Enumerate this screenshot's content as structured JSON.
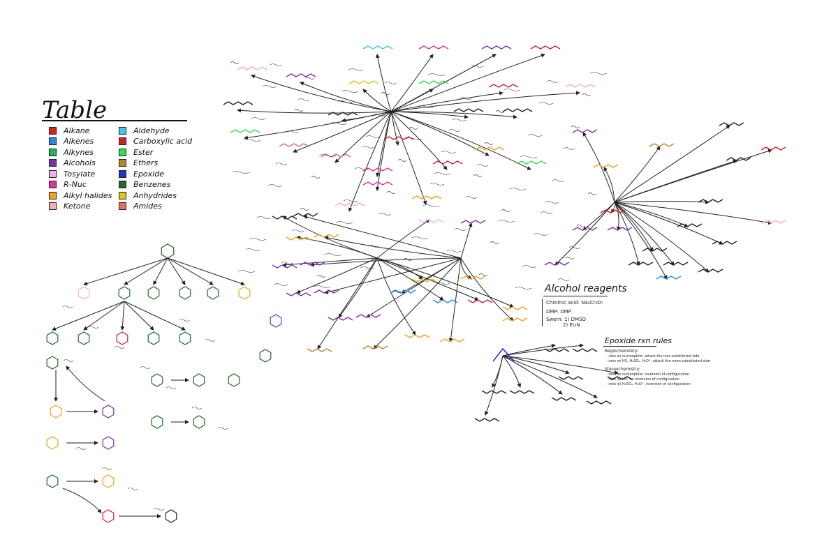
{
  "legend": {
    "title": "Table",
    "items": [
      {
        "label": "Alkane",
        "color": "#d62020"
      },
      {
        "label": "Alkenes",
        "color": "#2a86e0"
      },
      {
        "label": "Alkynes",
        "color": "#1fb35a"
      },
      {
        "label": "Alcohols",
        "color": "#7a2fb8"
      },
      {
        "label": "Tosylate",
        "color": "#e6b3ee"
      },
      {
        "label": "R-Nuc",
        "color": "#e0309a"
      },
      {
        "label": "Alkyl halides",
        "color": "#f2a020"
      },
      {
        "label": "Ketone",
        "color": "#f4b0b0"
      },
      {
        "label": "Aldehyde",
        "color": "#3fc6e8"
      },
      {
        "label": "Carboxylic acid",
        "color": "#c8242a"
      },
      {
        "label": "Ester",
        "color": "#33e04a"
      },
      {
        "label": "Ethers",
        "color": "#b08a2a"
      },
      {
        "label": "Epoxide",
        "color": "#2233c8"
      },
      {
        "label": "Benzenes",
        "color": "#1d6a2a"
      },
      {
        "label": "Anhydrides",
        "color": "#d8c81a"
      },
      {
        "label": "Amides",
        "color": "#e0706a"
      }
    ]
  },
  "alcohol_panel": {
    "title": "Alcohol reagents",
    "lines": [
      "Chromic acid: Na₂Cr₂O₇",
      "DMP: DMP",
      "Swern: 1) DMSO",
      "2) Et₃N"
    ]
  },
  "epoxide_panel": {
    "title": "Epoxide rxn rules",
    "lines": [
      "Regiochemistry:",
      "- rxns w/ nucleophile: attack the less substituted side",
      "- rxns w/ HX, H₂SO₄, H₃O⁺: attack the more substituted side",
      "Stereochemistry:",
      "- rxns w/ nucleophile: inversion of configuration",
      "- rxns w/ HX: no inversion of configuration",
      "- rxns w/ H₂SO₄, H₃O⁺: inversion of configuration"
    ]
  }
}
